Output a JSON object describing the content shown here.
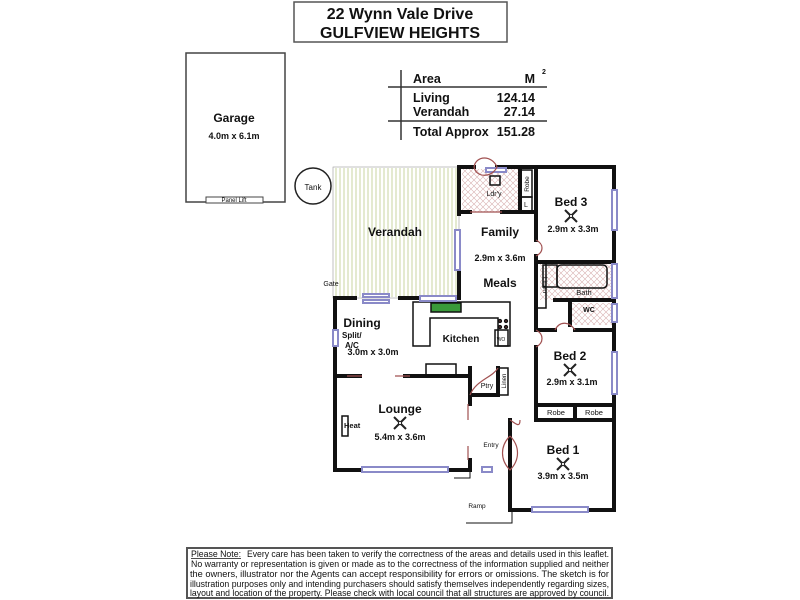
{
  "title": {
    "line1": "22 Wynn Vale Drive",
    "line2": "GULFVIEW  HEIGHTS"
  },
  "area_table": {
    "header": {
      "label": "Area",
      "unit": "M",
      "unit_sup": "2"
    },
    "rows": [
      {
        "label": "Living",
        "value": "124.14"
      },
      {
        "label": "Verandah",
        "value": "27.14"
      }
    ],
    "total": {
      "label": "Total Approx",
      "value": "151.28"
    }
  },
  "garage": {
    "name": "Garage",
    "size": "4.0m x 6.1m",
    "door": "Panel Lift"
  },
  "tank": "Tank",
  "gate": "Gate",
  "ramp": "Ramp",
  "rooms": {
    "verandah": "Verandah",
    "family": {
      "name": "Family",
      "size": "2.9m x 3.6m"
    },
    "meals": "Meals",
    "laundry": "Ldr'y",
    "robe_laundry": "Robe",
    "l_cupboard": "L",
    "bed3": {
      "name": "Bed 3",
      "size": "2.9m x 3.3m"
    },
    "linen_hall": "Linen",
    "bath": "Bath",
    "wc": "WC",
    "dining": {
      "name": "Dining",
      "size": "3.0m x 3.0m"
    },
    "split_ac": {
      "line1": "Split/",
      "line2": "A/C"
    },
    "kitchen": "Kitchen",
    "wall_oven": "WO",
    "bed2": {
      "name": "Bed 2",
      "size": "2.9m x 3.1m"
    },
    "pantry": "Ptry",
    "linen_pantry": "Linen",
    "robe_bed2": "Robe",
    "robe_bed1": "Robe",
    "lounge": {
      "name": "Lounge",
      "size": "5.4m x 3.6m"
    },
    "heater": "Heat",
    "entry": "Entry",
    "bed1": {
      "name": "Bed 1",
      "size": "3.9m x 3.5m"
    }
  },
  "colors": {
    "wall": "#111111",
    "window": "#8a8ac8",
    "door": "#a05050",
    "verandah_hatch": "#c8d6a0",
    "tile": "#d8b0b0"
  },
  "note": {
    "heading": "Please Note:",
    "lines": [
      "Every care has been taken to verify the correctness of the areas and details used in this  leaflet.",
      "No warranty or  representation is  given or made as to the correctness of the information supplied and   neither",
      "the  owners,  illustrator nor the  Agents can  accept  responsibility  for  errors or  omissions.   The  sketch is  for",
      "illustration  purposes  only and  intending purchasers should satisfy themselves independently regarding  sizes,",
      "layout  and  location of the property. Please check  with local council that all structures are approved by council."
    ]
  }
}
